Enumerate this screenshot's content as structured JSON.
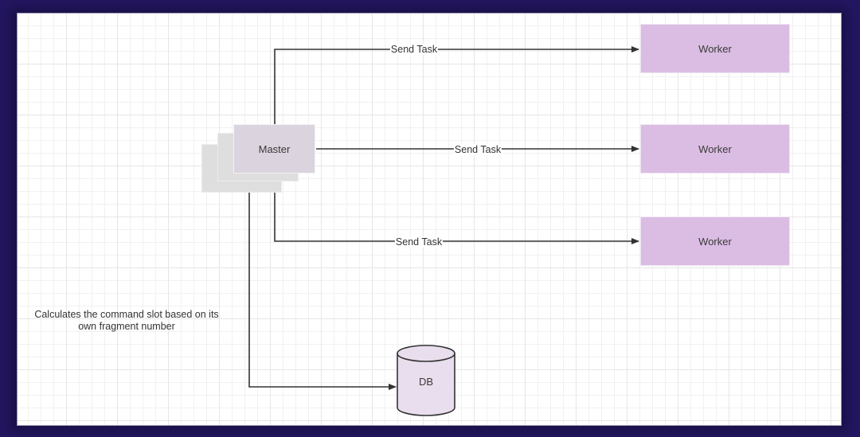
{
  "diagram": {
    "nodes": {
      "master": {
        "label": "Master",
        "color": "#dbd3dd",
        "stacked": true
      },
      "workers": [
        {
          "label": "Worker",
          "color": "#dbbde3"
        },
        {
          "label": "Worker",
          "color": "#dbbde3"
        },
        {
          "label": "Worker",
          "color": "#dbbde3"
        }
      ],
      "db": {
        "label": "DB",
        "shape": "cylinder",
        "color": "#e9deed"
      }
    },
    "edges": [
      {
        "from": "master",
        "to": "worker-1",
        "label": "Send Task"
      },
      {
        "from": "master",
        "to": "worker-2",
        "label": "Send Task"
      },
      {
        "from": "master",
        "to": "worker-3",
        "label": "Send Task"
      },
      {
        "from": "master",
        "to": "db",
        "label": ""
      }
    ],
    "note": {
      "line1": "Calculates the command slot based on its",
      "line2": "own fragment number"
    },
    "colors": {
      "background": "#231660",
      "line": "#333333"
    }
  }
}
